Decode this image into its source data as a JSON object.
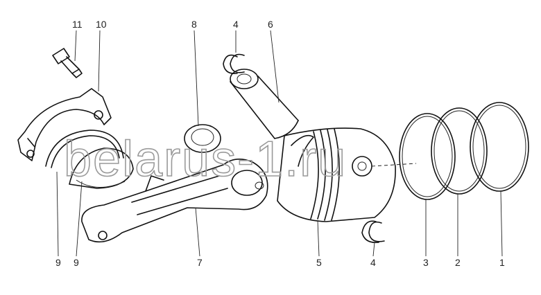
{
  "watermark": "belarus-1.ru",
  "labels": {
    "l11": "11",
    "l10": "10",
    "l8": "8",
    "l4_top": "4",
    "l6": "6",
    "l9_left": "9",
    "l9_right": "9",
    "l7": "7",
    "l5": "5",
    "l4_bottom": "4",
    "l3": "3",
    "l2": "2",
    "l1": "1"
  }
}
